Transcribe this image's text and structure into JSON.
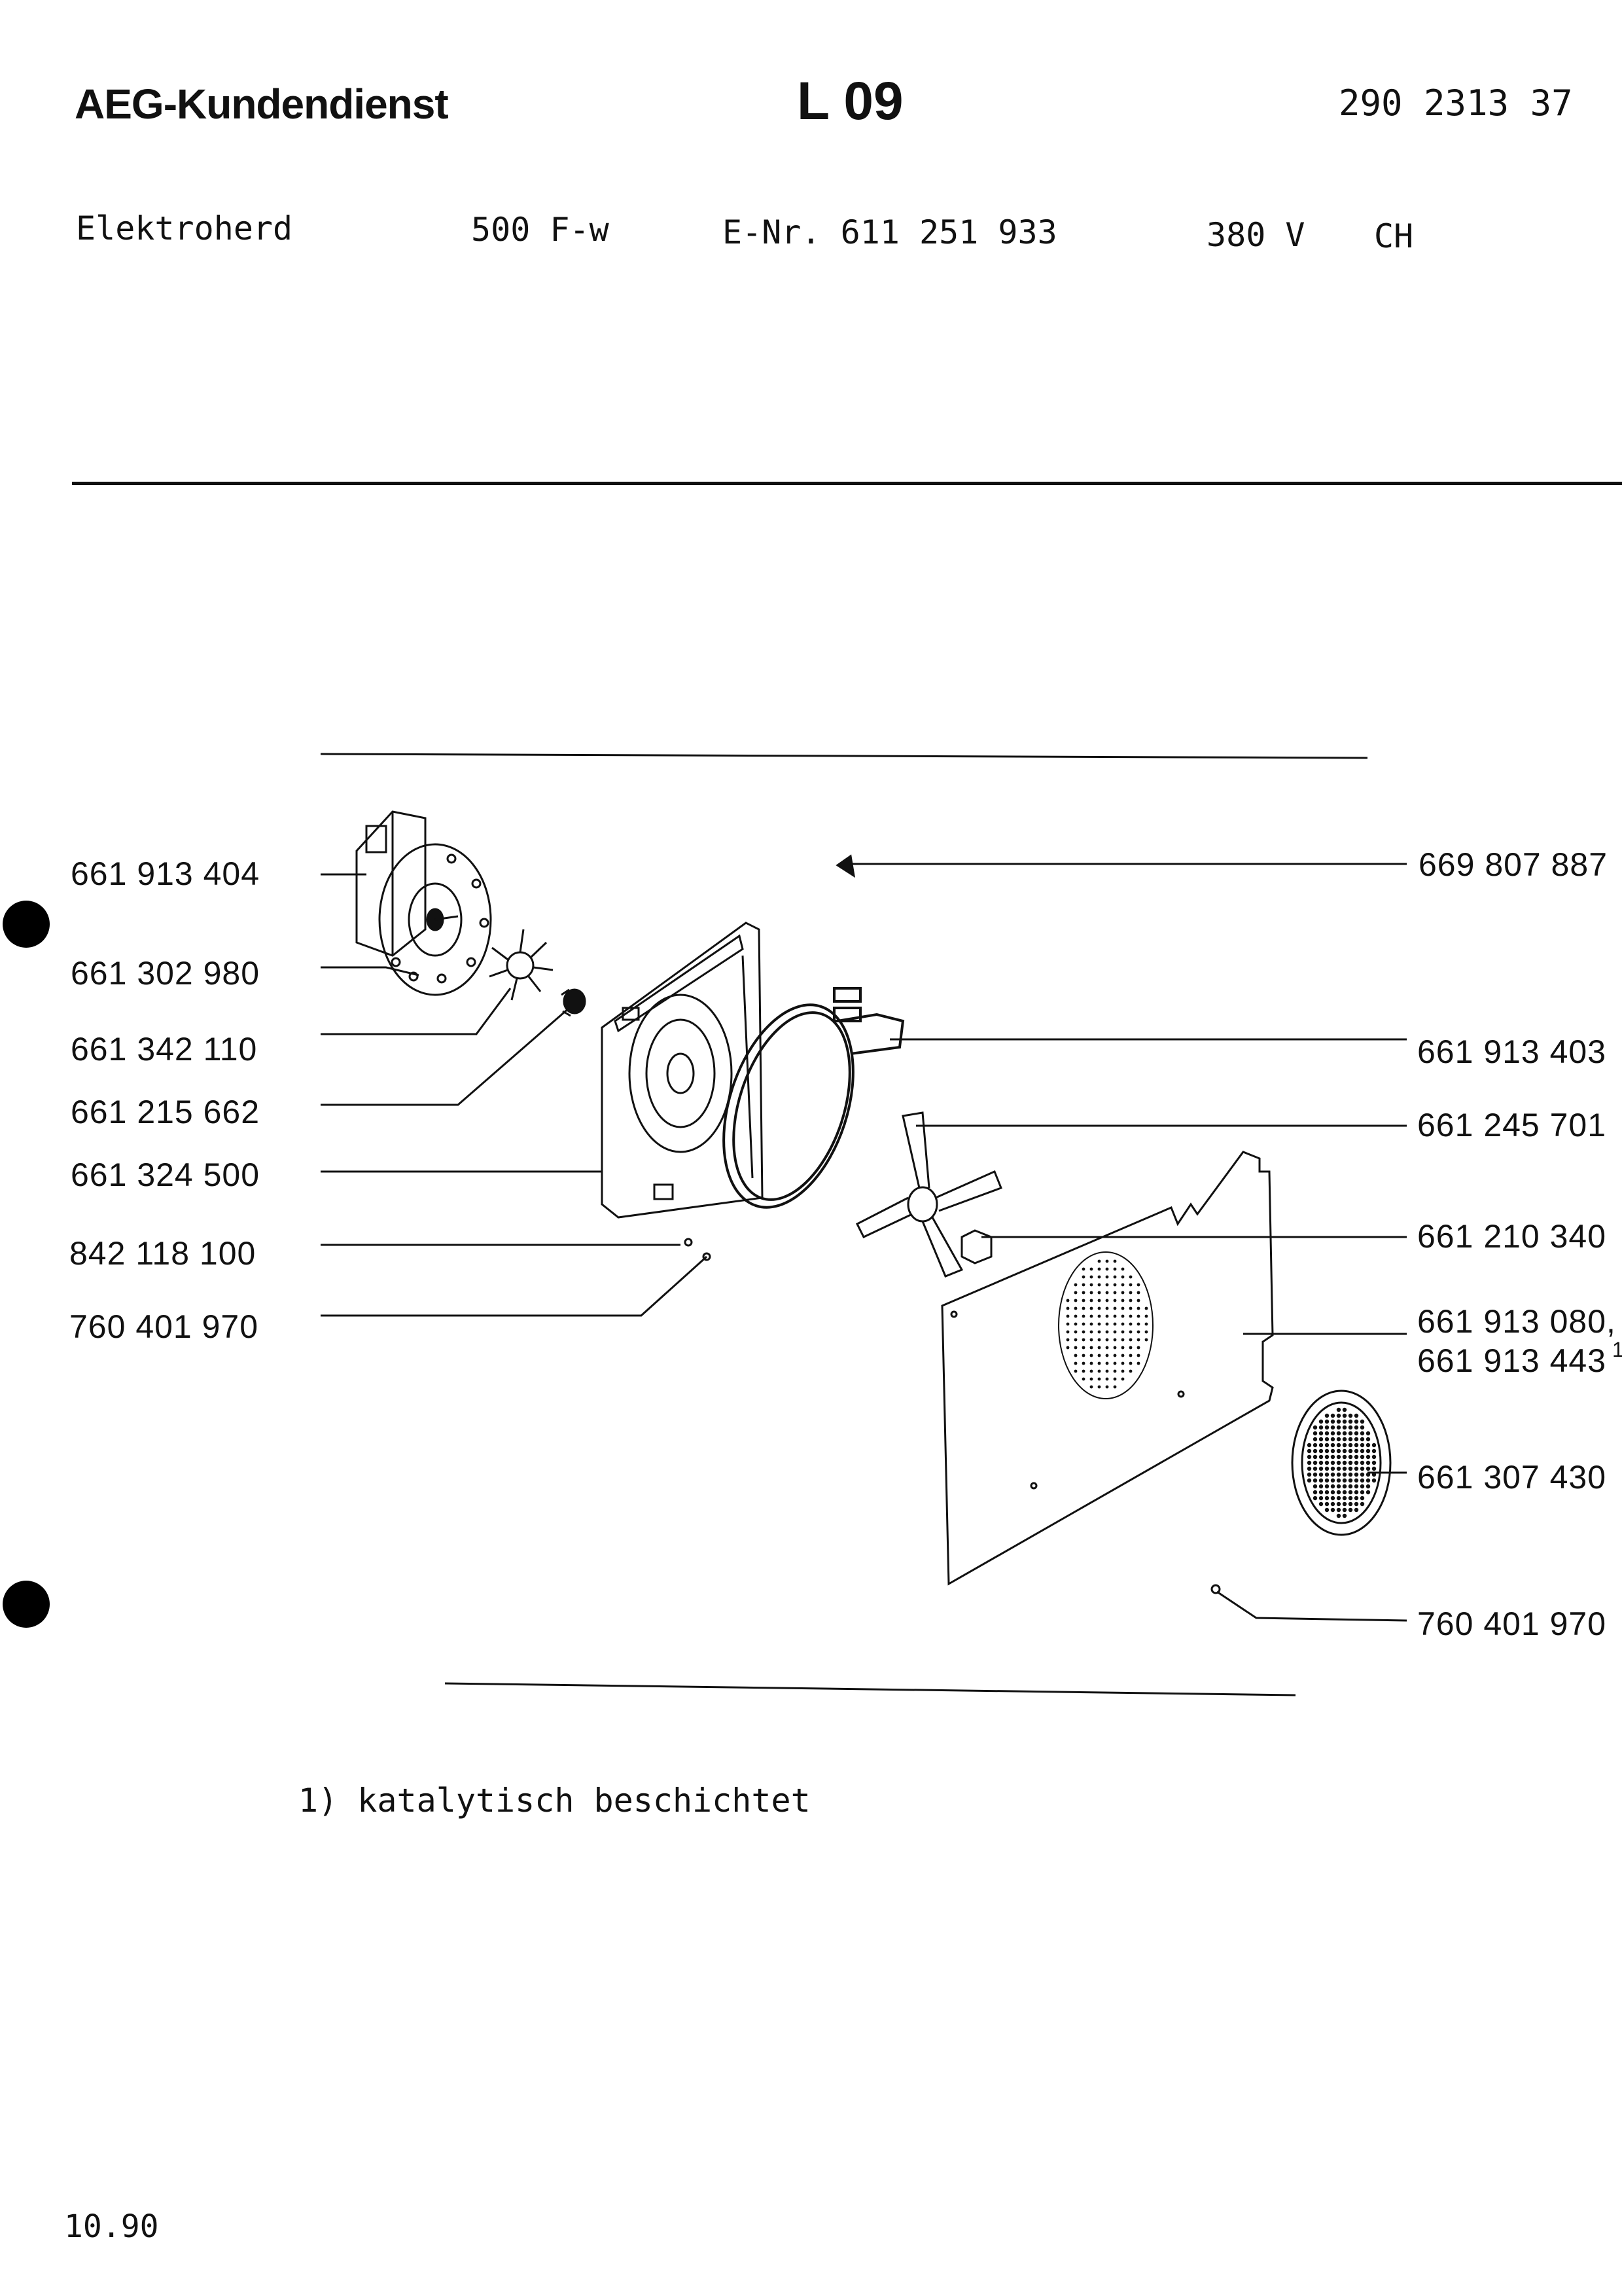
{
  "header": {
    "brand": "AEG-Kundendienst",
    "sheet_code": "L 09",
    "document_number": "290 2313 37"
  },
  "appliance": {
    "type": "Elektroherd",
    "model": "500 F-w",
    "e_nr": "E-Nr. 611 251 933",
    "voltage": "380 V",
    "country": "CH"
  },
  "parts_left": [
    "661 913 404",
    "661 302 980",
    "661 342 110",
    "661 215 662",
    "661 324 500",
    "842 118 100",
    "760 401 970"
  ],
  "parts_right": [
    "669 807 887",
    "661 913 403",
    "661 245 701",
    "661 210 340",
    "661 913 080,",
    "661 913 443",
    "661 307 430",
    "760 401 970"
  ],
  "footnote_marker": "1",
  "footnote": "1) katalytisch beschichtet",
  "date": "10.90"
}
